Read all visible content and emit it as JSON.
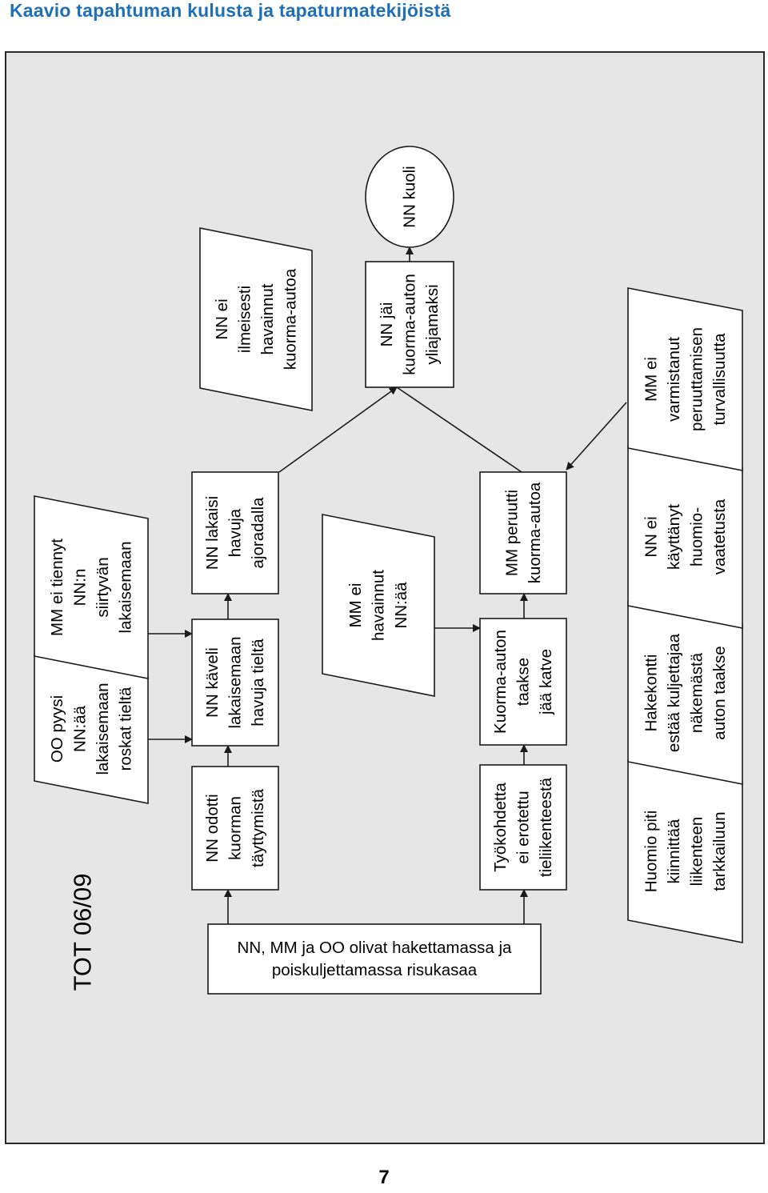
{
  "header": {
    "title": "Kaavio tapahtuman kulusta ja tapaturmatekijöistä"
  },
  "diagram": {
    "label": "TOT 06/09",
    "nodes": {
      "oo_pyysi": {
        "shape": "parallelogram",
        "lines": [
          "OO pyysi",
          "NN:ää",
          "lakaisemaan",
          "roskat tieltä"
        ]
      },
      "mm_ei_tiennyt": {
        "shape": "parallelogram",
        "lines": [
          "MM ei tiennyt",
          "NN:n",
          "siirtyvän",
          "lakaisemaan"
        ]
      },
      "nn_odotti": {
        "shape": "rectangle",
        "lines": [
          "NN odotti",
          "kuorman",
          "täyttymistä"
        ]
      },
      "nn_kaveli": {
        "shape": "rectangle",
        "lines": [
          "NN käveli",
          "lakaisemaan",
          "havuja tieltä"
        ]
      },
      "nn_lakaisi": {
        "shape": "rectangle",
        "lines": [
          "NN lakaisi",
          "havuja",
          "ajoradalla"
        ]
      },
      "nn_ei_ilmeisesti": {
        "shape": "parallelogram",
        "lines": [
          "NN ei",
          "ilmeisesti",
          "havainnut",
          "kuorma-autoa"
        ]
      },
      "mm_ei_havainnut": {
        "shape": "parallelogram",
        "lines": [
          "MM ei",
          "havainnut",
          "NN:ää"
        ]
      },
      "nn_jai": {
        "shape": "rectangle",
        "lines": [
          "NN jäi",
          "kuorma-auton",
          "yliajamaksi"
        ]
      },
      "nn_kuoli": {
        "shape": "ellipse",
        "lines": [
          "NN kuoli"
        ]
      },
      "nn_mm_oo": {
        "shape": "rectangle",
        "lines": [
          "NN, MM ja OO olivat hakettamassa ja",
          "poiskuljettamassa risukasaa"
        ]
      },
      "tyokohdetta": {
        "shape": "rectangle",
        "lines": [
          "Työkohdetta",
          "ei erotettu",
          "tieliikenteestä"
        ]
      },
      "kuorma_auton_taakse": {
        "shape": "rectangle",
        "lines": [
          "Kuorma-auton",
          "taakse",
          "jää katve"
        ]
      },
      "mm_peruutti": {
        "shape": "rectangle",
        "lines": [
          "MM peruutti",
          "kuorma-autoa"
        ]
      },
      "huomio_piti": {
        "shape": "parallelogram",
        "lines": [
          "Huomio piti",
          "kiinnittää",
          "liikenteen",
          "tarkkailuun"
        ]
      },
      "hakekontti": {
        "shape": "parallelogram",
        "lines": [
          "Hakekontti",
          "estää kuljettajaa",
          "näkemästä",
          "auton taakse"
        ]
      },
      "nn_ei_kayttanyt": {
        "shape": "parallelogram",
        "lines": [
          "NN ei",
          "käyttänyt",
          "huomio-",
          "vaatetusta"
        ]
      },
      "mm_ei_varmistanut": {
        "shape": "parallelogram",
        "lines": [
          "MM ei",
          "varmistanut",
          "peruuttamisen",
          "turvallisuutta"
        ]
      }
    }
  },
  "footer": {
    "page_number": "7"
  }
}
